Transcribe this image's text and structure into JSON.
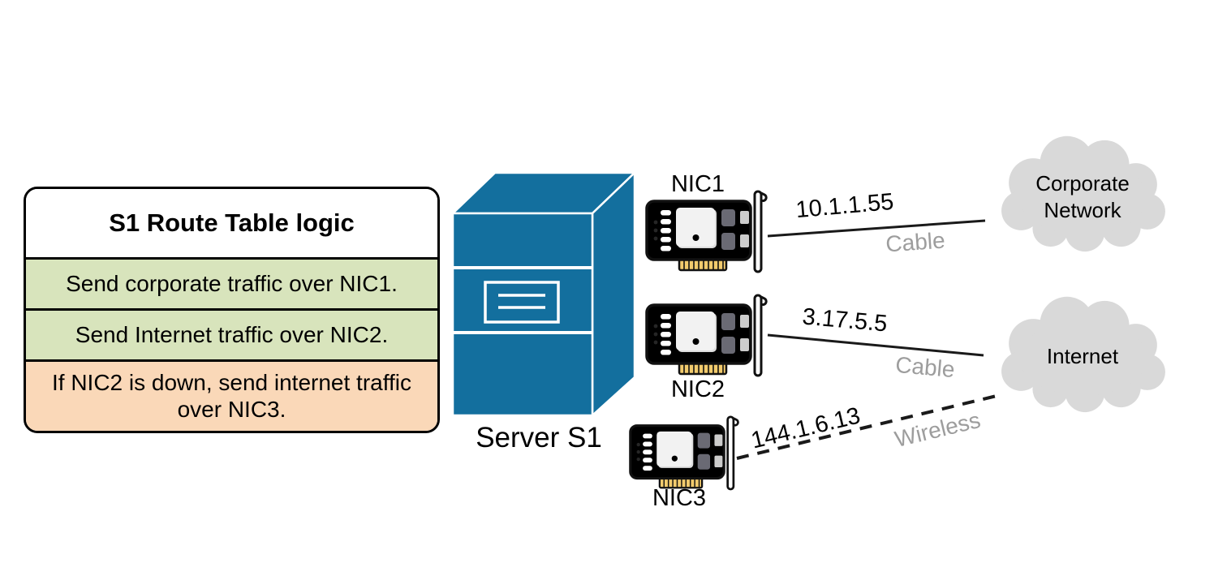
{
  "route_table": {
    "title": "S1 Route Table logic",
    "rows": [
      "Send corporate traffic over NIC1.",
      "Send Internet traffic over NIC2.",
      "If NIC2 is down, send internet traffic over NIC3."
    ]
  },
  "server": {
    "label": "Server S1"
  },
  "nics": [
    {
      "label": "NIC1",
      "color": "green"
    },
    {
      "label": "NIC2",
      "color": "green"
    },
    {
      "label": "NIC3",
      "color": "orange"
    }
  ],
  "connections": [
    {
      "from": "NIC1",
      "to": "Corporate Network",
      "ip": "10.1.1.55",
      "medium": "Cable",
      "line_style": "solid"
    },
    {
      "from": "NIC2",
      "to": "Internet",
      "ip": "3.17.5.5",
      "medium": "Cable",
      "line_style": "solid"
    },
    {
      "from": "NIC3",
      "to": "Internet",
      "ip": "144.1.6.13",
      "medium": "Wireless",
      "line_style": "dashed"
    }
  ],
  "clouds": [
    {
      "label": "Corporate Network"
    },
    {
      "label": "Internet"
    }
  ],
  "colors": {
    "server_blue": "#136f9e",
    "table_green": "#d8e4bc",
    "table_orange": "#fad8b8",
    "cloud_gray": "#d9d9d9",
    "link_label_gray": "#9d9d9d",
    "nic_green_body": "#a9db90",
    "nic_green_wifi": "#8cbe58",
    "nic_orange_body": "#f9cf9f",
    "nic_orange_wifi": "#ee8f3e",
    "nic_port_dark": "#6a6a74",
    "connector_gold": "#f2cb6d",
    "line_black": "#1a1a1a"
  }
}
